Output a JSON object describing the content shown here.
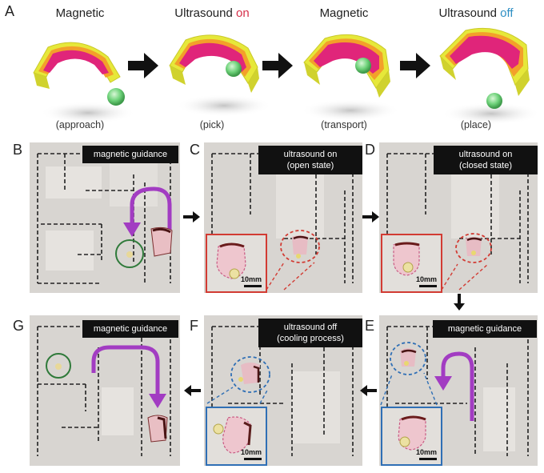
{
  "panel_a": {
    "letter": "A",
    "steps": [
      {
        "title": "Magnetic",
        "title_accent": "",
        "caption": "(approach)"
      },
      {
        "title": "Ultrasound ",
        "title_accent": "on",
        "caption": "(pick)"
      },
      {
        "title": "Magnetic",
        "title_accent": "",
        "caption": "(transport)"
      },
      {
        "title": "Ultrasound ",
        "title_accent": "off",
        "caption": "(place)"
      }
    ]
  },
  "panels": {
    "B": {
      "letter": "B",
      "tag": "magnetic guidance"
    },
    "C": {
      "letter": "C",
      "tag_line1": "ultrasound on",
      "tag_line2": "(open state)",
      "scale": "10mm"
    },
    "D": {
      "letter": "D",
      "tag_line1": "ultrasound on",
      "tag_line2": "(closed state)",
      "scale": "10mm"
    },
    "E": {
      "letter": "E",
      "tag": "magnetic guidance",
      "scale": "10mm"
    },
    "F": {
      "letter": "F",
      "tag_line1": "ultrasound off",
      "tag_line2": "(cooling process)",
      "scale": "10mm"
    },
    "G": {
      "letter": "G",
      "tag": "magnetic guidance"
    }
  },
  "colors": {
    "accent_on": "#d6304a",
    "accent_off": "#2e8fc4",
    "gripper_pink": "#e0257a",
    "gripper_yellow": "#e6e83a",
    "ball_green": "#6ed27a",
    "guide_purple": "#a23cc2",
    "circle_green": "#2f7a3a",
    "inset_red": "#d23b33",
    "inset_blue": "#2f6fb5"
  },
  "icons": [
    "arrow-right-icon",
    "arrow-down-icon",
    "arrow-left-icon"
  ]
}
